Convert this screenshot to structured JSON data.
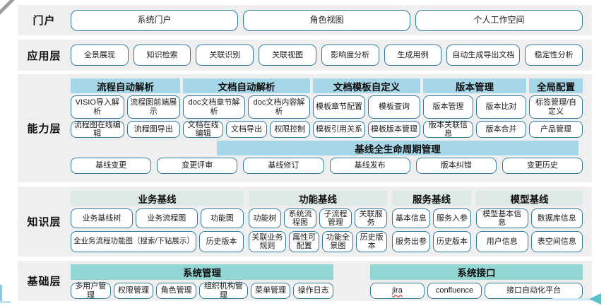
{
  "portal": {
    "label": "门户",
    "items": [
      "系统门户",
      "角色视图",
      "个人工作空间"
    ]
  },
  "app": {
    "label": "应用层",
    "items": [
      "全景展现",
      "知识检索",
      "关联识别",
      "关联视图",
      "影响度分析",
      "生成用例",
      "自动生成导出文档",
      "稳定性分析"
    ]
  },
  "capability": {
    "label": "能力层",
    "groups": [
      {
        "title": "流程自动解析",
        "row1": [
          "VISIO导入解析",
          "流程图前端展示"
        ],
        "row2": [
          "流程图在线编辑",
          "流程图导出"
        ]
      },
      {
        "title": "文档自动解析",
        "row1": [
          "doc文档章节解析",
          "doc文档内容解析"
        ],
        "row2": [
          "文档在线编辑",
          "文档导出",
          "权限控制"
        ]
      },
      {
        "title": "文档模板自定义",
        "row1": [
          "模板章节配置",
          "模板查询"
        ],
        "row2": [
          "模板引用关系",
          "模板版本管理"
        ]
      },
      {
        "title": "版本管理",
        "row1": [
          "版本管理",
          "版本比对"
        ],
        "row2": [
          "版本关联信息",
          "版本合并"
        ]
      },
      {
        "title": "全局配置",
        "row1": [
          "标签管理/自定义"
        ],
        "row2": [
          "产品管理"
        ]
      }
    ],
    "baseline": {
      "title": "基线全生命周期管理",
      "items": [
        "基线变更",
        "变更评审",
        "基线修订",
        "基线发布",
        "版本纠错",
        "变更历史"
      ]
    }
  },
  "knowledge": {
    "label": "知识层",
    "groups": [
      {
        "title": "业务基线",
        "row1": [
          "业务基线树",
          "业务流程图",
          "功能图"
        ],
        "row2": [
          "全业务流程功能图（搜索/下钻展示）",
          "历史版本"
        ]
      },
      {
        "title": "功能基线",
        "row1": [
          "功能树",
          "系统流程图",
          "子流程管理",
          "关联服务"
        ],
        "row2": [
          "关联业务规则",
          "属性可配置",
          "功能全景图",
          "历史版本"
        ]
      },
      {
        "title": "服务基线",
        "row1": [
          "基本信息",
          "服务入参"
        ],
        "row2": [
          "服务出参",
          "历史版本"
        ]
      },
      {
        "title": "模型基线",
        "row1": [
          "模型基本信息",
          "数据库信息"
        ],
        "row2": [
          "用户信息",
          "表空间信息"
        ]
      }
    ]
  },
  "foundation": {
    "label": "基础层",
    "groups": [
      {
        "title": "系统管理",
        "items": [
          "多用户管理",
          "权限管理",
          "角色管理",
          "组织机构管理",
          "菜单管理",
          "操作日志"
        ]
      },
      {
        "title": "系统接口",
        "items": [
          "jira",
          "confluence",
          "接口自动化平台"
        ]
      }
    ]
  },
  "colors": {
    "band_background": "#efefef",
    "group_header_blue": "#a6d7e8",
    "group_header_pale": "#dde9e7",
    "group_header_teal": "#93d6d4",
    "chip_border": "#2e7b9c",
    "arrow_teal": "#5bc2ca",
    "line_light_blue": "#cfe9f6",
    "jira_underline": "#d02a2a"
  },
  "decorations": {
    "corner_stripe": "diagonal-gray-stripe",
    "bottom_right": "left-pointing-arrow"
  }
}
